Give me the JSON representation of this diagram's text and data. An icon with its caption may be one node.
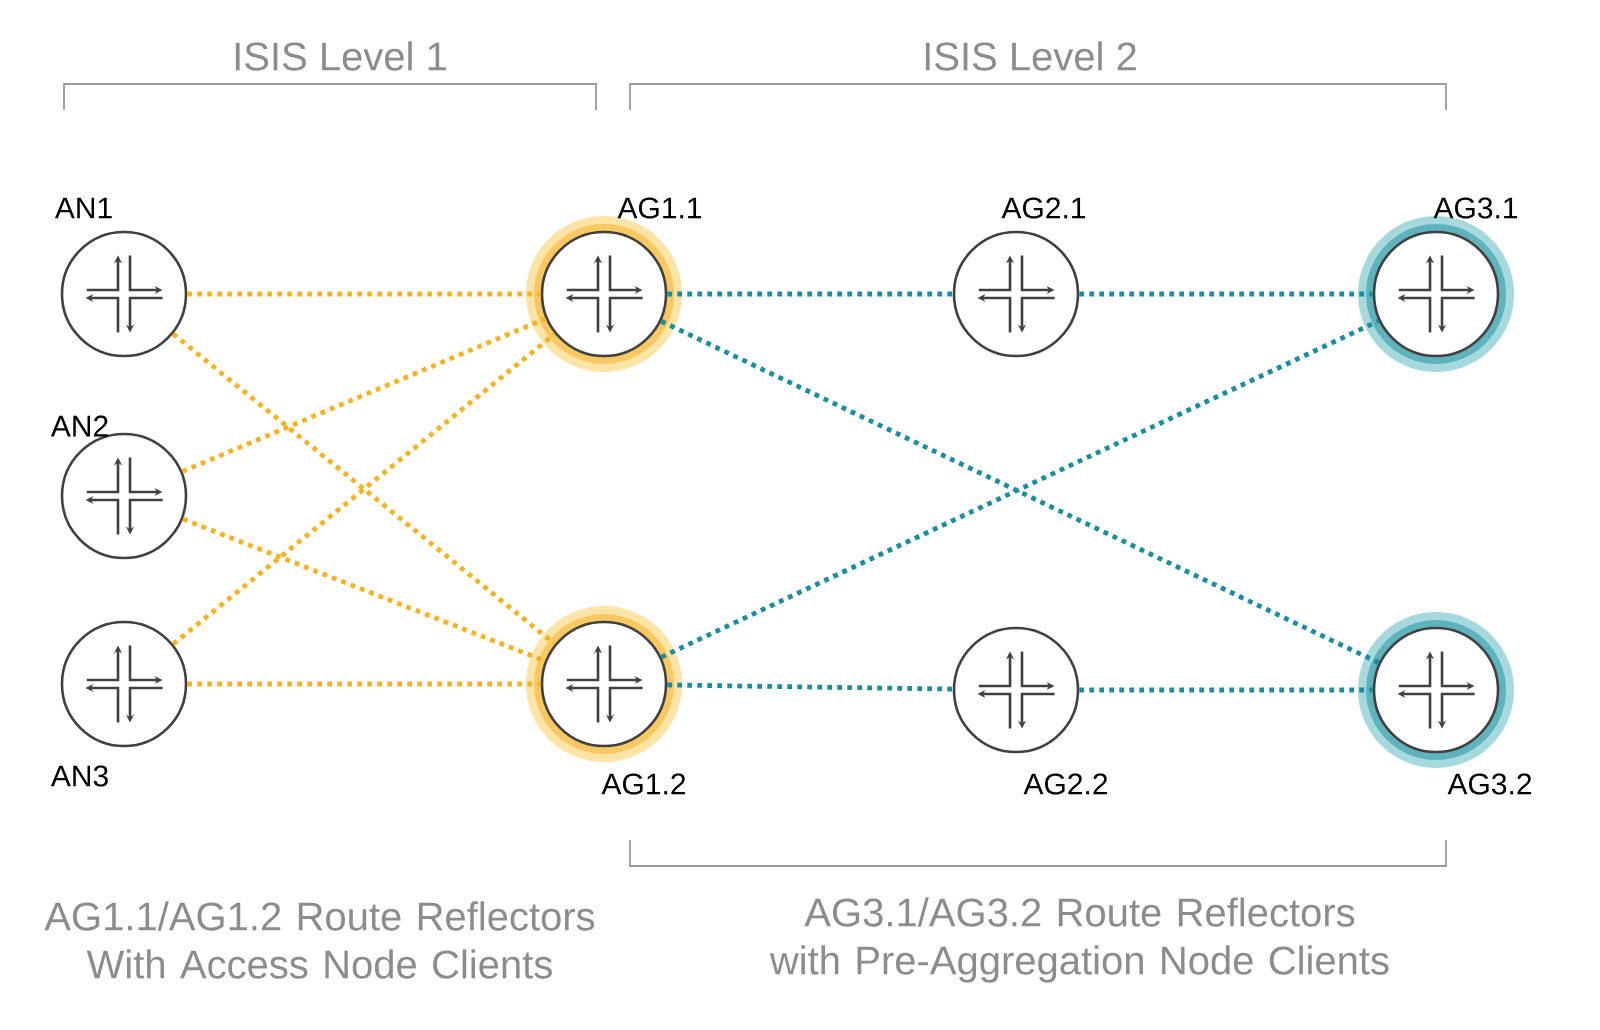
{
  "diagram": {
    "nodes": [
      {
        "text": [
          "AN1"
        ]
      },
      {
        "text": [
          "AN2"
        ]
      },
      {
        "text": [
          "AN3"
        ]
      },
      {
        "text": [
          "AG1.1"
        ]
      },
      {
        "text": [
          "AG1.2"
        ]
      },
      {
        "text": [
          "AG2.1"
        ]
      },
      {
        "text": [
          "AG2.2"
        ]
      },
      {
        "text": [
          "AG3.1"
        ]
      },
      {
        "text": [
          "AG3.2"
        ]
      }
    ],
    "edges": [
      {
        "from": 0,
        "to": 3,
        "arrow": "none",
        "color": "#f5b323"
      },
      {
        "from": 0,
        "to": 4,
        "arrow": "none",
        "color": "#f5b323"
      },
      {
        "from": 1,
        "to": 3,
        "arrow": "none",
        "color": "#f5b323"
      },
      {
        "from": 1,
        "to": 4,
        "arrow": "none",
        "color": "#f5b323"
      },
      {
        "from": 2,
        "to": 3,
        "arrow": "none",
        "color": "#f5b323"
      },
      {
        "from": 2,
        "to": 4,
        "arrow": "none",
        "color": "#f5b323"
      },
      {
        "from": 3,
        "to": 5,
        "arrow": "none",
        "color": "#1a8e9c"
      },
      {
        "from": 5,
        "to": 7,
        "arrow": "none",
        "color": "#1a8e9c"
      },
      {
        "from": 3,
        "to": 8,
        "arrow": "none",
        "color": "#1a8e9c"
      },
      {
        "from": 4,
        "to": 7,
        "arrow": "none",
        "color": "#1a8e9c"
      },
      {
        "from": 4,
        "to": 6,
        "arrow": "none",
        "color": "#1a8e9c"
      },
      {
        "from": 6,
        "to": 8,
        "arrow": "none",
        "color": "#1a8e9c"
      }
    ],
    "labels": [
      "ISIS Level 1",
      "ISIS Level 2",
      "AG1.1/AG1.2 Route Reflectors With Access Node Clients",
      "AG3.1/AG3.2 Route Reflectors with Pre-Aggregation Node Clients"
    ]
  }
}
